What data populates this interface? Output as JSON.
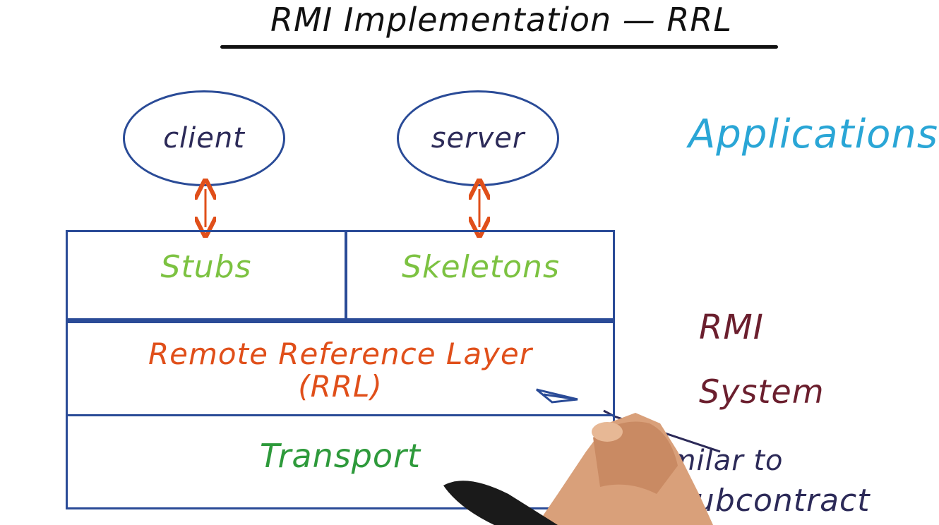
{
  "title": "RMI Implementation — RRL",
  "nodes": {
    "client": "client",
    "server": "server"
  },
  "layers": {
    "stubs": "Stubs",
    "skeletons": "Skeletons",
    "rrl_line1": "Remote Reference Layer",
    "rrl_line2": "(RRL)",
    "transport": "Transport"
  },
  "side_labels": {
    "applications": "Applications",
    "rmi": "RMI",
    "system": "System",
    "similar_to": "Similar to",
    "subcontract": "Subcontract"
  },
  "colors": {
    "box": "#2a4b97",
    "arrow": "#e04f1a",
    "stubs": "#7cc241",
    "rrl": "#e04f1a",
    "transport": "#2e9a3b",
    "applications": "#2aa6d6",
    "rmi_system": "#6b1f2e"
  }
}
